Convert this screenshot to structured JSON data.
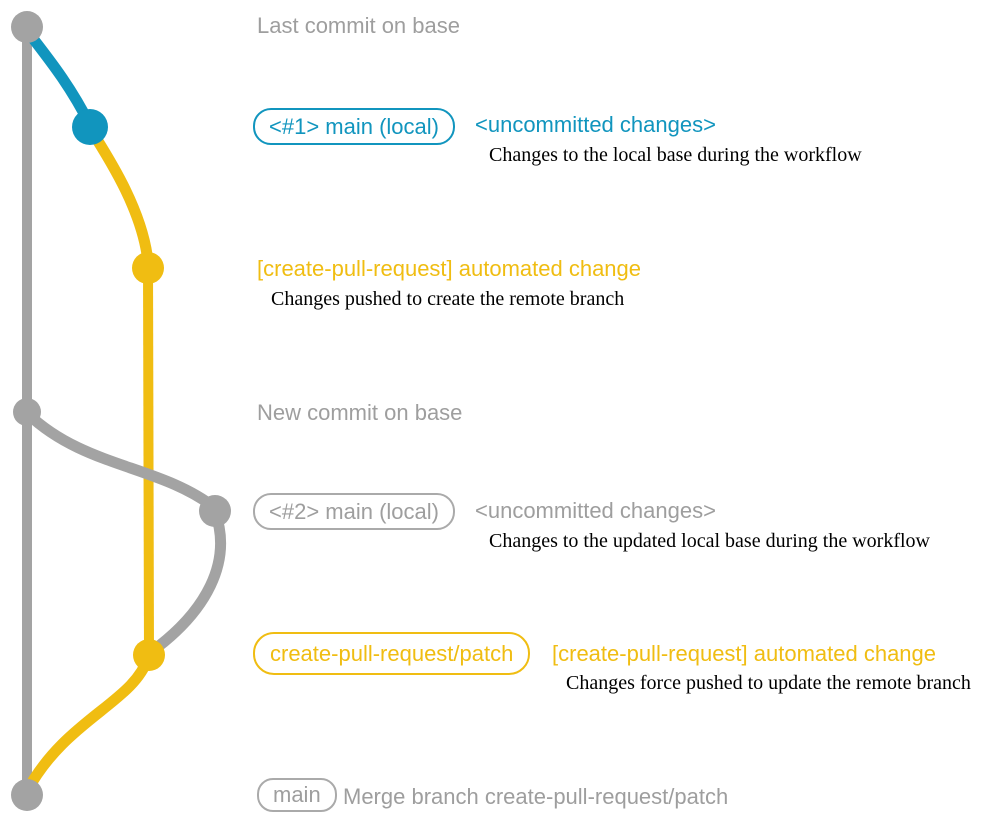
{
  "colors": {
    "base_gray": "#a3a3a3",
    "blue": "#1195be",
    "yellow": "#f0bd12",
    "description_text": "#000000",
    "background": "#ffffff"
  },
  "graph": {
    "nodes": [
      {
        "id": "last-commit-on-base",
        "color": "gray"
      },
      {
        "id": "uncommitted-changes-1",
        "color": "blue"
      },
      {
        "id": "automated-change-1",
        "color": "yellow"
      },
      {
        "id": "new-commit-on-base",
        "color": "gray"
      },
      {
        "id": "uncommitted-changes-2",
        "color": "gray"
      },
      {
        "id": "automated-change-2",
        "color": "yellow"
      },
      {
        "id": "merge-commit",
        "color": "gray"
      }
    ]
  },
  "rows": [
    {
      "text": "Last commit on base"
    },
    {
      "badge": "<#1> main (local)",
      "title": "<uncommitted changes>",
      "description": "Changes to the local base during the workflow"
    },
    {
      "title": "[create-pull-request] automated change",
      "description": "Changes pushed to create the remote branch"
    },
    {
      "text": "New commit on base"
    },
    {
      "badge": "<#2> main (local)",
      "title": "<uncommitted changes>",
      "description": "Changes to the updated local base during the workflow"
    },
    {
      "badge": "create-pull-request/patch",
      "title": "[create-pull-request] automated change",
      "description": "Changes force pushed to update the remote branch"
    },
    {
      "badge": "main",
      "text": "Merge branch create-pull-request/patch"
    }
  ]
}
